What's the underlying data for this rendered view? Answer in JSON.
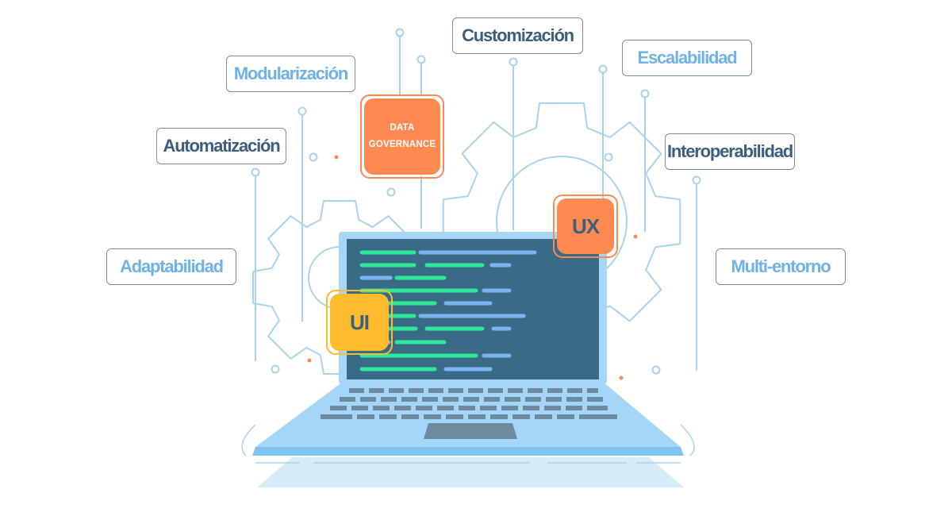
{
  "labels": {
    "customizacion": "Customización",
    "escalabilidad": "Escalabilidad",
    "modularizacion": "Modularización",
    "automatizacion": "Automatización",
    "interoperabilidad": "Interoperabilidad",
    "adaptabilidad": "Adaptabilidad",
    "multi_entorno": "Multi-entorno"
  },
  "badges": {
    "data_governance_line1": "DATA",
    "data_governance_line2": "GOVERNANCE",
    "ux": "UX",
    "ui": "UI"
  },
  "colors": {
    "dark_text": "#3b5f7c",
    "light_text": "#6fb2e8",
    "orange": "#fe8a52",
    "yellow": "#fdbb2d",
    "line_blue": "#a7d3ef",
    "screen": "#3a6b86",
    "code_green": "#2ee89a",
    "code_blue": "#79b4ef",
    "laptop_body": "#a3d6f8",
    "keys": "#6d8aa0"
  }
}
